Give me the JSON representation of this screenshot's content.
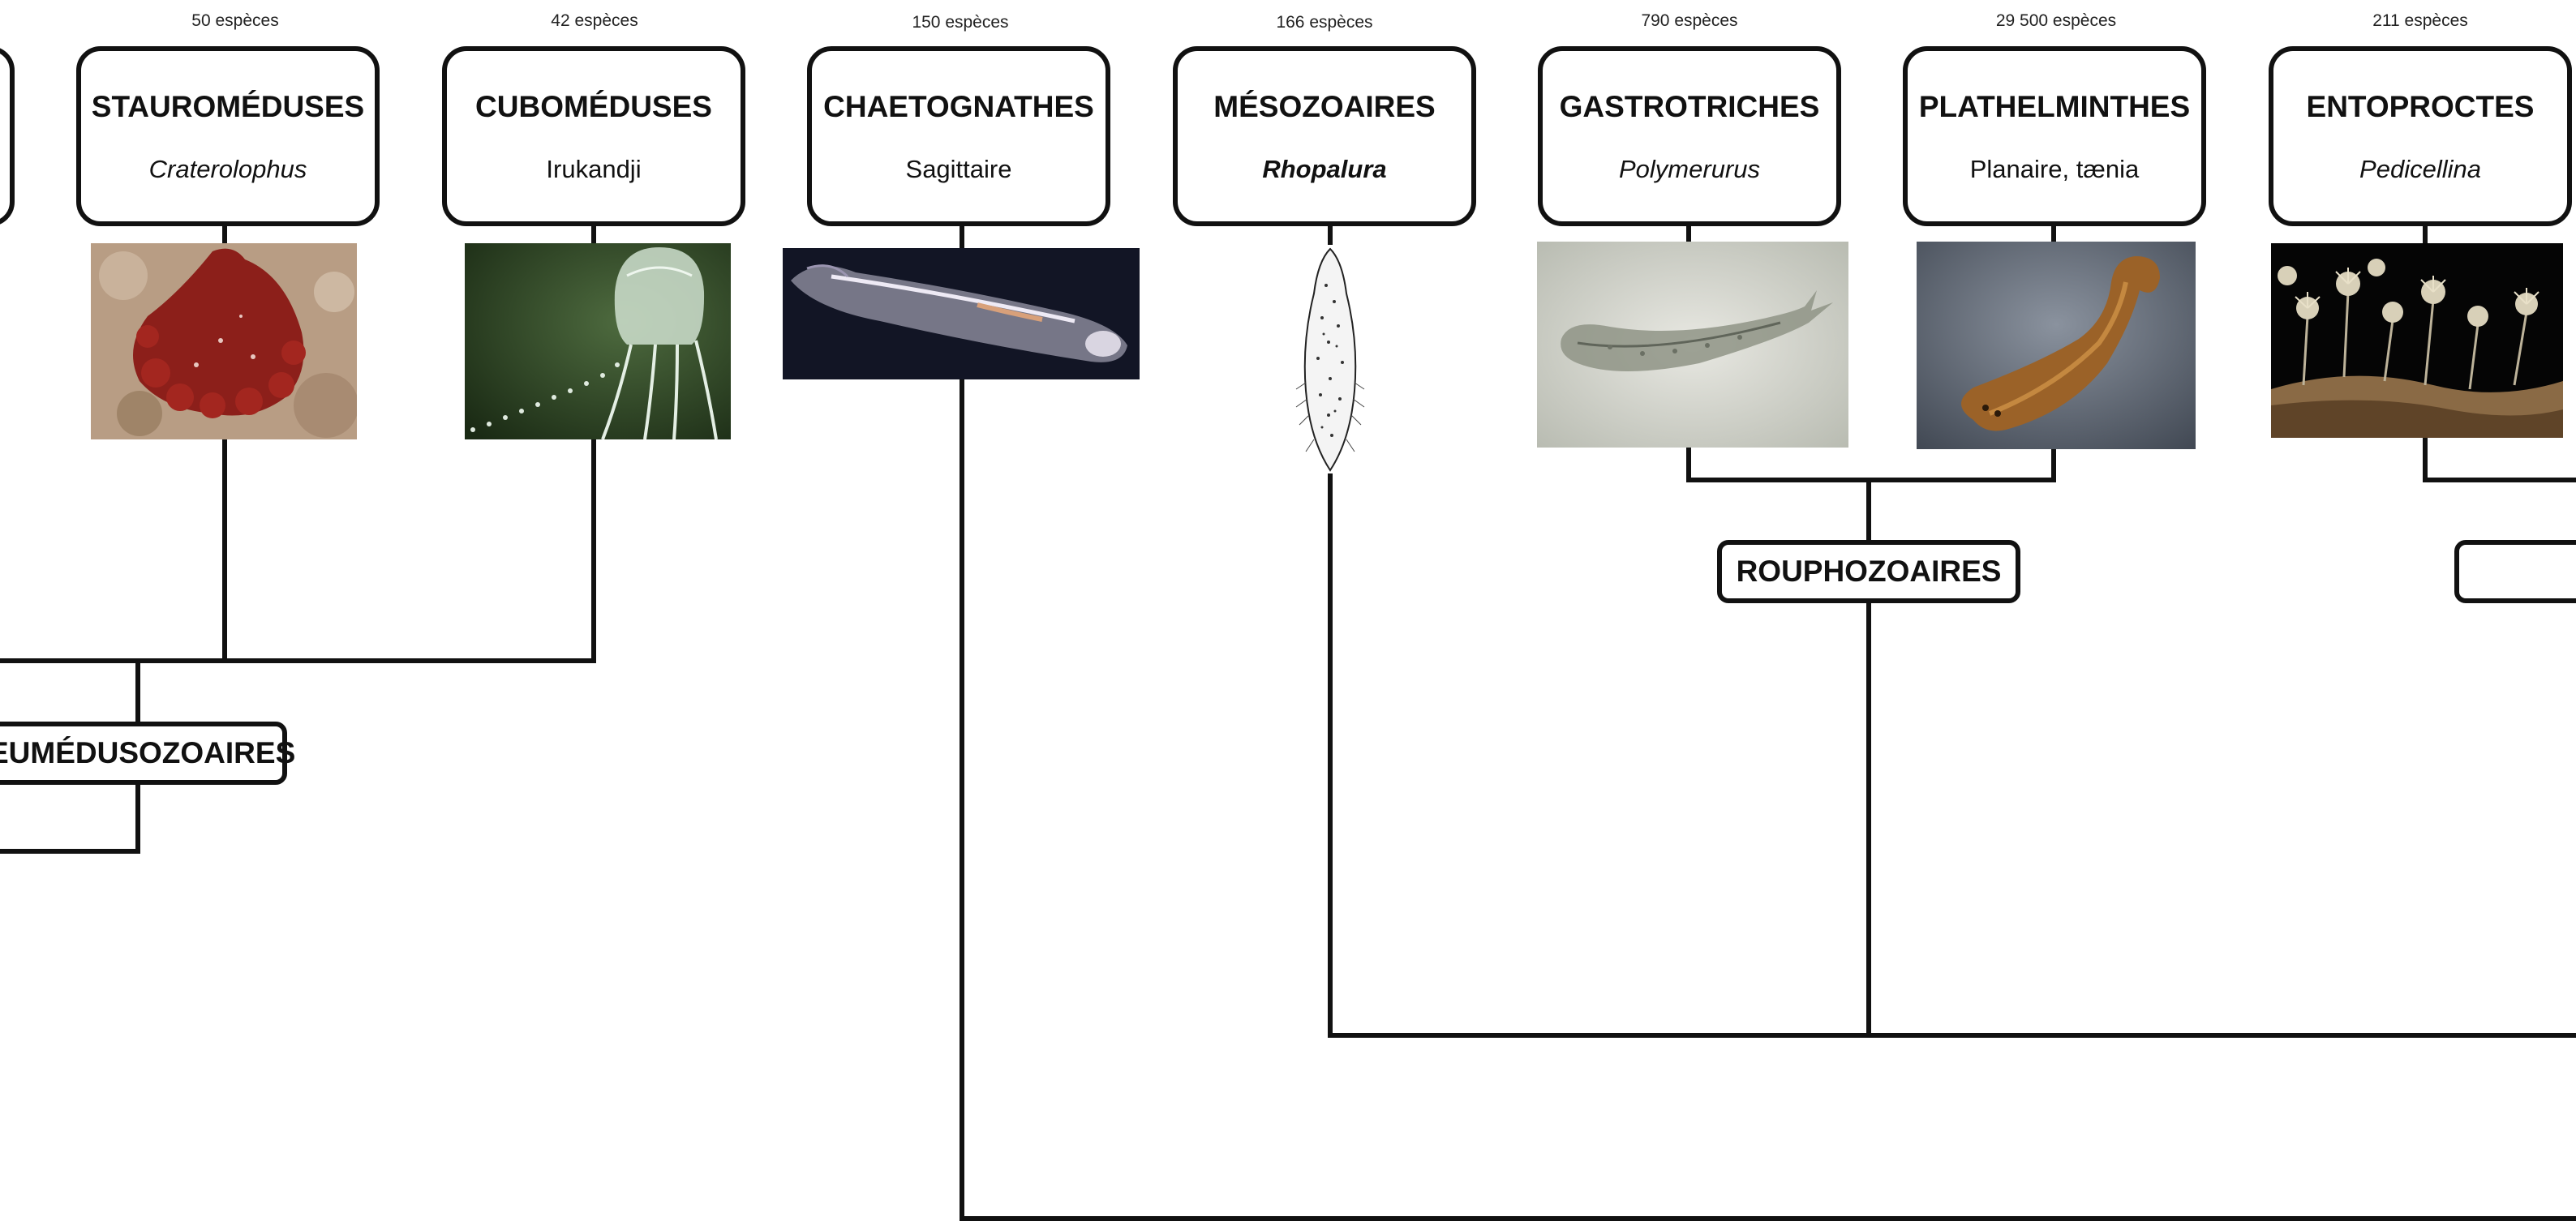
{
  "taxa": [
    {
      "name": "STAUROMÉDUSES",
      "example": "Craterolophus",
      "count": "50 espèces"
    },
    {
      "name": "CUBOMÉDUSES",
      "example": "Irukandji",
      "count": "42 espèces"
    },
    {
      "name": "CHAETOGNATHES",
      "example": "Sagittaire",
      "count": "150 espèces"
    },
    {
      "name": "MÉSOZOAIRES",
      "example": "Rhopalura",
      "count": "166 espèces"
    },
    {
      "name": "GASTROTRICHES",
      "example": "Polymerurus",
      "count": "790 espèces"
    },
    {
      "name": "PLATHELMINTHES",
      "example": "Planaire, tænia",
      "count": "29 500 espèces"
    },
    {
      "name": "ENTOPROCTES",
      "example": "Pedicellina",
      "count": "211 espèces"
    }
  ],
  "clades": {
    "eumedusozoaires": "EUMÉDUSOZOAIRES",
    "rouphozoaires": "ROUPHOZOAIRES"
  },
  "line_color": "#111111"
}
